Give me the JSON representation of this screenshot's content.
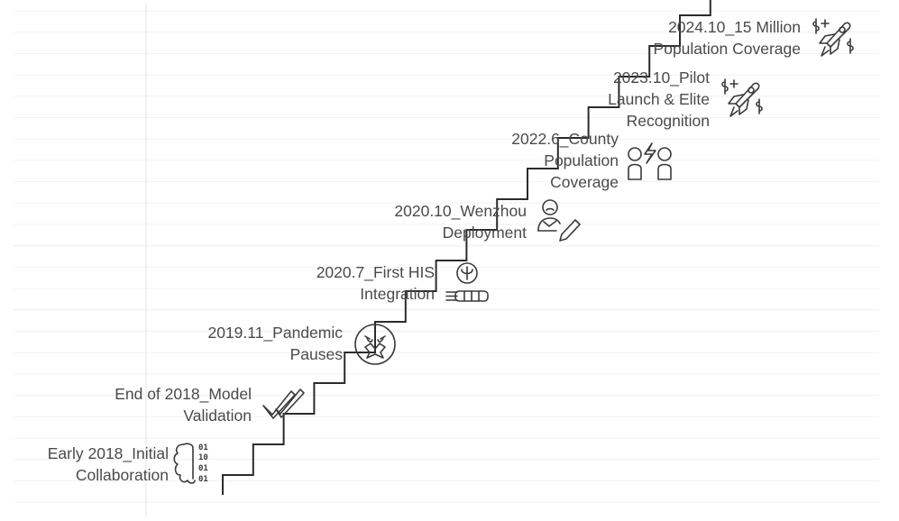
{
  "milestones": [
    {
      "text": "Early 2018_Initial\nCollaboration",
      "icon": "brain-binary-icon"
    },
    {
      "text": "End of 2018_Model\nValidation",
      "icon": "double-check-icon"
    },
    {
      "text": "2019.11_Pandemic\nPauses",
      "icon": "mute-face-icon"
    },
    {
      "text": "2020.7_First HIS\nIntegration",
      "icon": "psi-battery-icon"
    },
    {
      "text": "2020.10_Wenzhou\nDeployment",
      "icon": "user-edit-icon"
    },
    {
      "text": "2022.6_County\nPopulation\nCoverage",
      "icon": "people-connection-icon"
    },
    {
      "text": "2023.10_Pilot\nLaunch & Elite\nRecognition",
      "icon": "rocket-money-icon"
    },
    {
      "text": "2024.10_15 Million\nPopulation Coverage",
      "icon": "rocket-money-icon"
    }
  ]
}
